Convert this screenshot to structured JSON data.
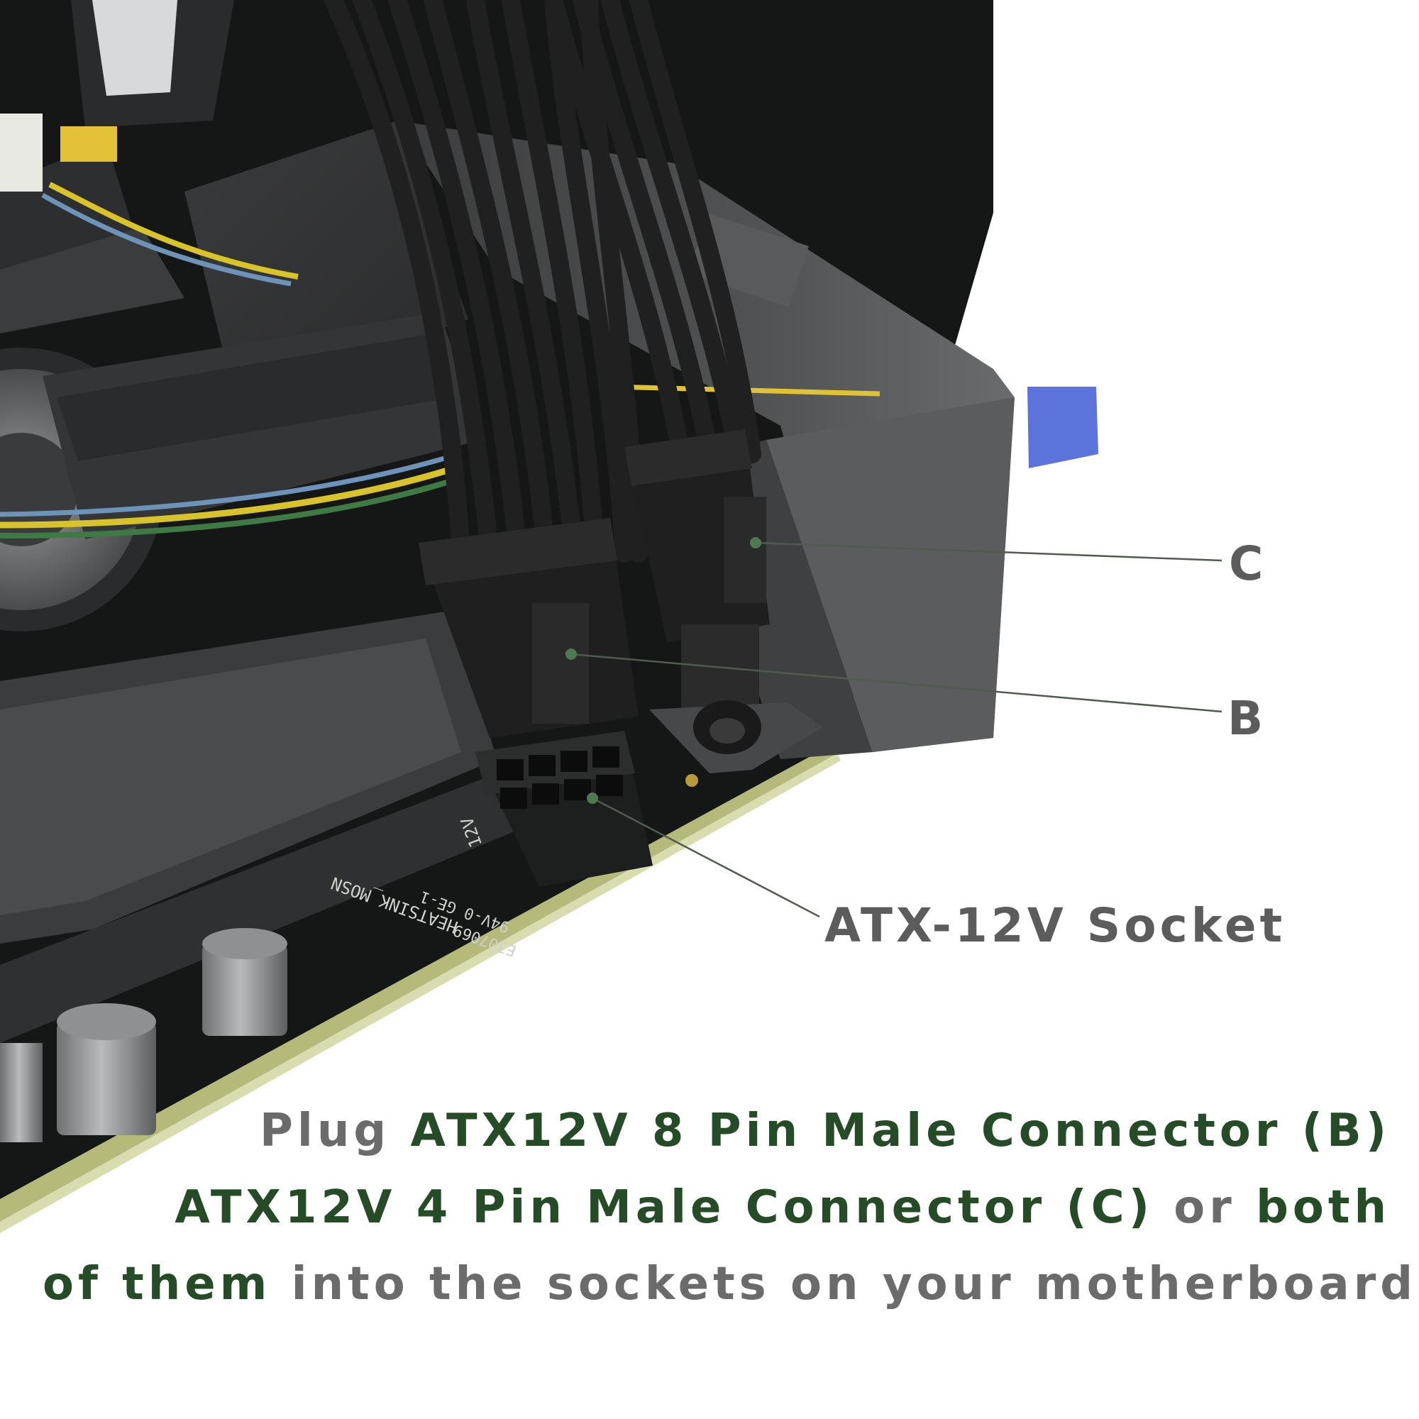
{
  "colors": {
    "background": "#ffffff",
    "label_gray": "#5c5c5c",
    "caption_gray": "#6b6b6b",
    "caption_green": "#254b27",
    "leader_line": "#4f5b4f",
    "connector_black": "#1f1f1f",
    "case_gray": "#4a4b4c",
    "pcb_black": "#151716",
    "pcb_edge": "#b5b97a",
    "cable_black": "#202020",
    "wire_yellow": "#d8c42a",
    "wire_blue": "#6d94b8",
    "tab_blue": "#3f5bd6"
  },
  "callouts": {
    "c": "C",
    "b": "B",
    "socket": "ATX-12V Socket"
  },
  "board_print": {
    "heatsink": "HEATSINK_MOSN",
    "rating": "94V-0 GE-1",
    "cert": "E307069",
    "volt": "12V"
  },
  "caption": {
    "line1": [
      {
        "text": "Plug ",
        "tone": "gray"
      },
      {
        "text": "ATX12V 8 Pin Male Connector (B)",
        "tone": "green"
      }
    ],
    "line2": [
      {
        "text": "ATX12V 4 Pin Male Connector (C)",
        "tone": "green"
      },
      {
        "text": " or ",
        "tone": "gray"
      },
      {
        "text": "both",
        "tone": "green"
      }
    ],
    "line3": [
      {
        "text": "of them",
        "tone": "green"
      },
      {
        "text": " into the sockets on your motherboard.",
        "tone": "gray"
      }
    ]
  }
}
